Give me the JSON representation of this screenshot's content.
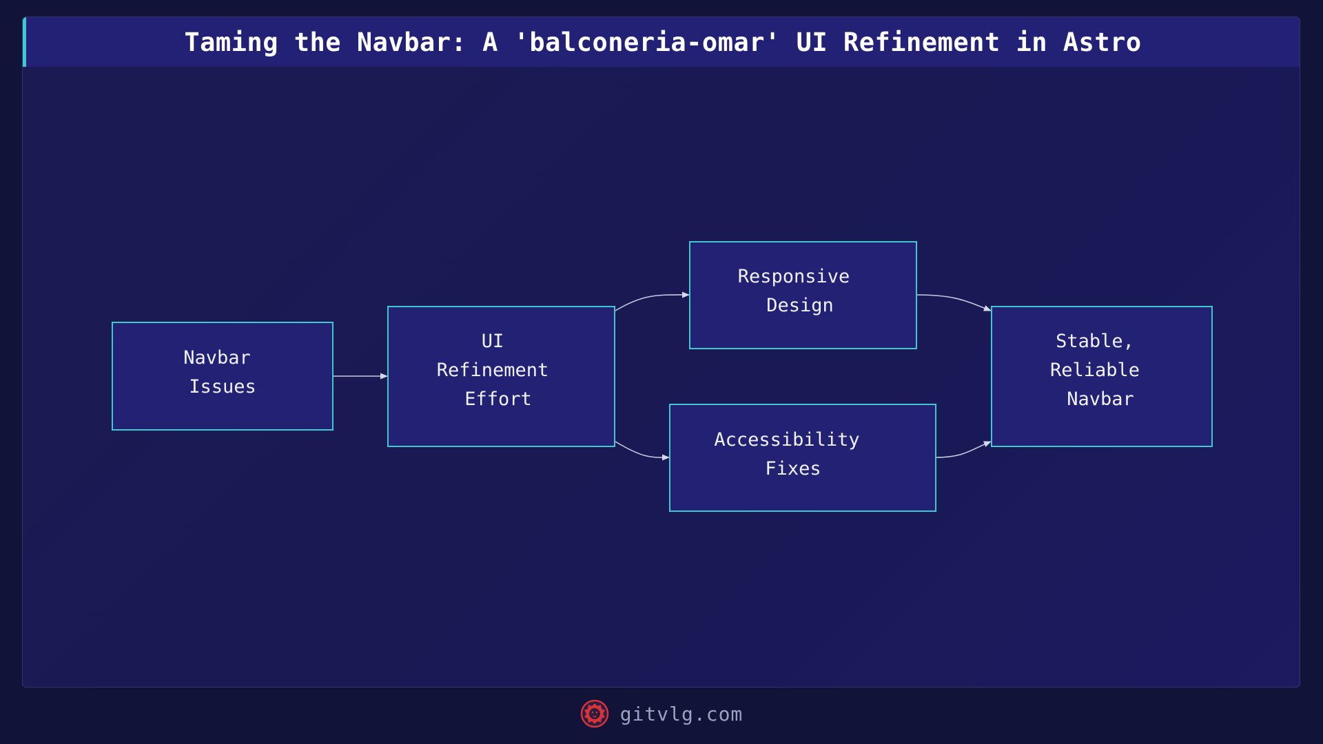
{
  "title": "Taming the Navbar: A 'balconeria-omar' UI Refinement in Astro",
  "nodes": {
    "navbar_issues": [
      "Navbar",
      "Issues"
    ],
    "ui_refinement": [
      "UI",
      "Refinement",
      "Effort"
    ],
    "responsive_design": [
      "Responsive",
      "Design"
    ],
    "accessibility_fixes": [
      "Accessibility",
      "Fixes"
    ],
    "stable_navbar": [
      "Stable,",
      "Reliable",
      "Navbar"
    ]
  },
  "edges": [
    {
      "from": "navbar_issues",
      "to": "ui_refinement"
    },
    {
      "from": "ui_refinement",
      "to": "responsive_design"
    },
    {
      "from": "ui_refinement",
      "to": "accessibility_fixes"
    },
    {
      "from": "responsive_design",
      "to": "stable_navbar"
    },
    {
      "from": "accessibility_fixes",
      "to": "stable_navbar"
    }
  ],
  "footer": {
    "site": "gitvlg.com",
    "logo_icon": "lion-head-icon"
  },
  "colors": {
    "accent": "#3ec8cf",
    "node_fill": "#232174",
    "logo": "#d8323c"
  }
}
